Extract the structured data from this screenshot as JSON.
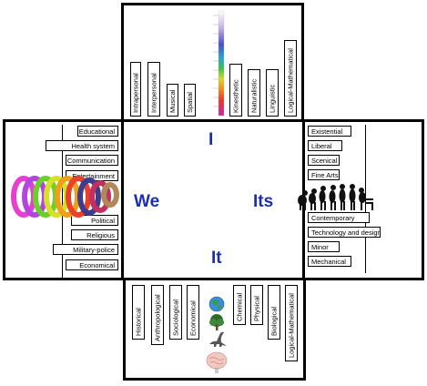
{
  "quadrants": {
    "upper": "I",
    "left": "We",
    "right": "Its",
    "lower": "It"
  },
  "top_labels": [
    "Intrapersonal",
    "Interpersonal",
    "Musical",
    "Spatial",
    "Kinesthetic",
    "Naturalistic",
    "Linguistic",
    "Logical-Mathematical"
  ],
  "left_labels": [
    "Educational",
    "Health system",
    "Communication",
    "Entertainment",
    "Political",
    "Religious",
    "Military-police",
    "Economical"
  ],
  "right_labels": [
    "Existential",
    "Liberal",
    "Scenical",
    "Fine Arts",
    "Contemporary",
    "Technology and design",
    "Minor",
    "Mechanical"
  ],
  "bottom_labels": [
    "Historical",
    "Anthropological",
    "Sociological",
    "Economical",
    "Chemical",
    "Physical",
    "Biological",
    "Logical-Mathematical"
  ],
  "icons": {
    "spectrum": "color-spectrum-scale",
    "rings": "colored-rings-image",
    "evolution": "human-evolution-image",
    "globe": "globe-image",
    "tree": "tree-image",
    "dinosaur": "dinosaur-image",
    "brain": "brain-image"
  }
}
